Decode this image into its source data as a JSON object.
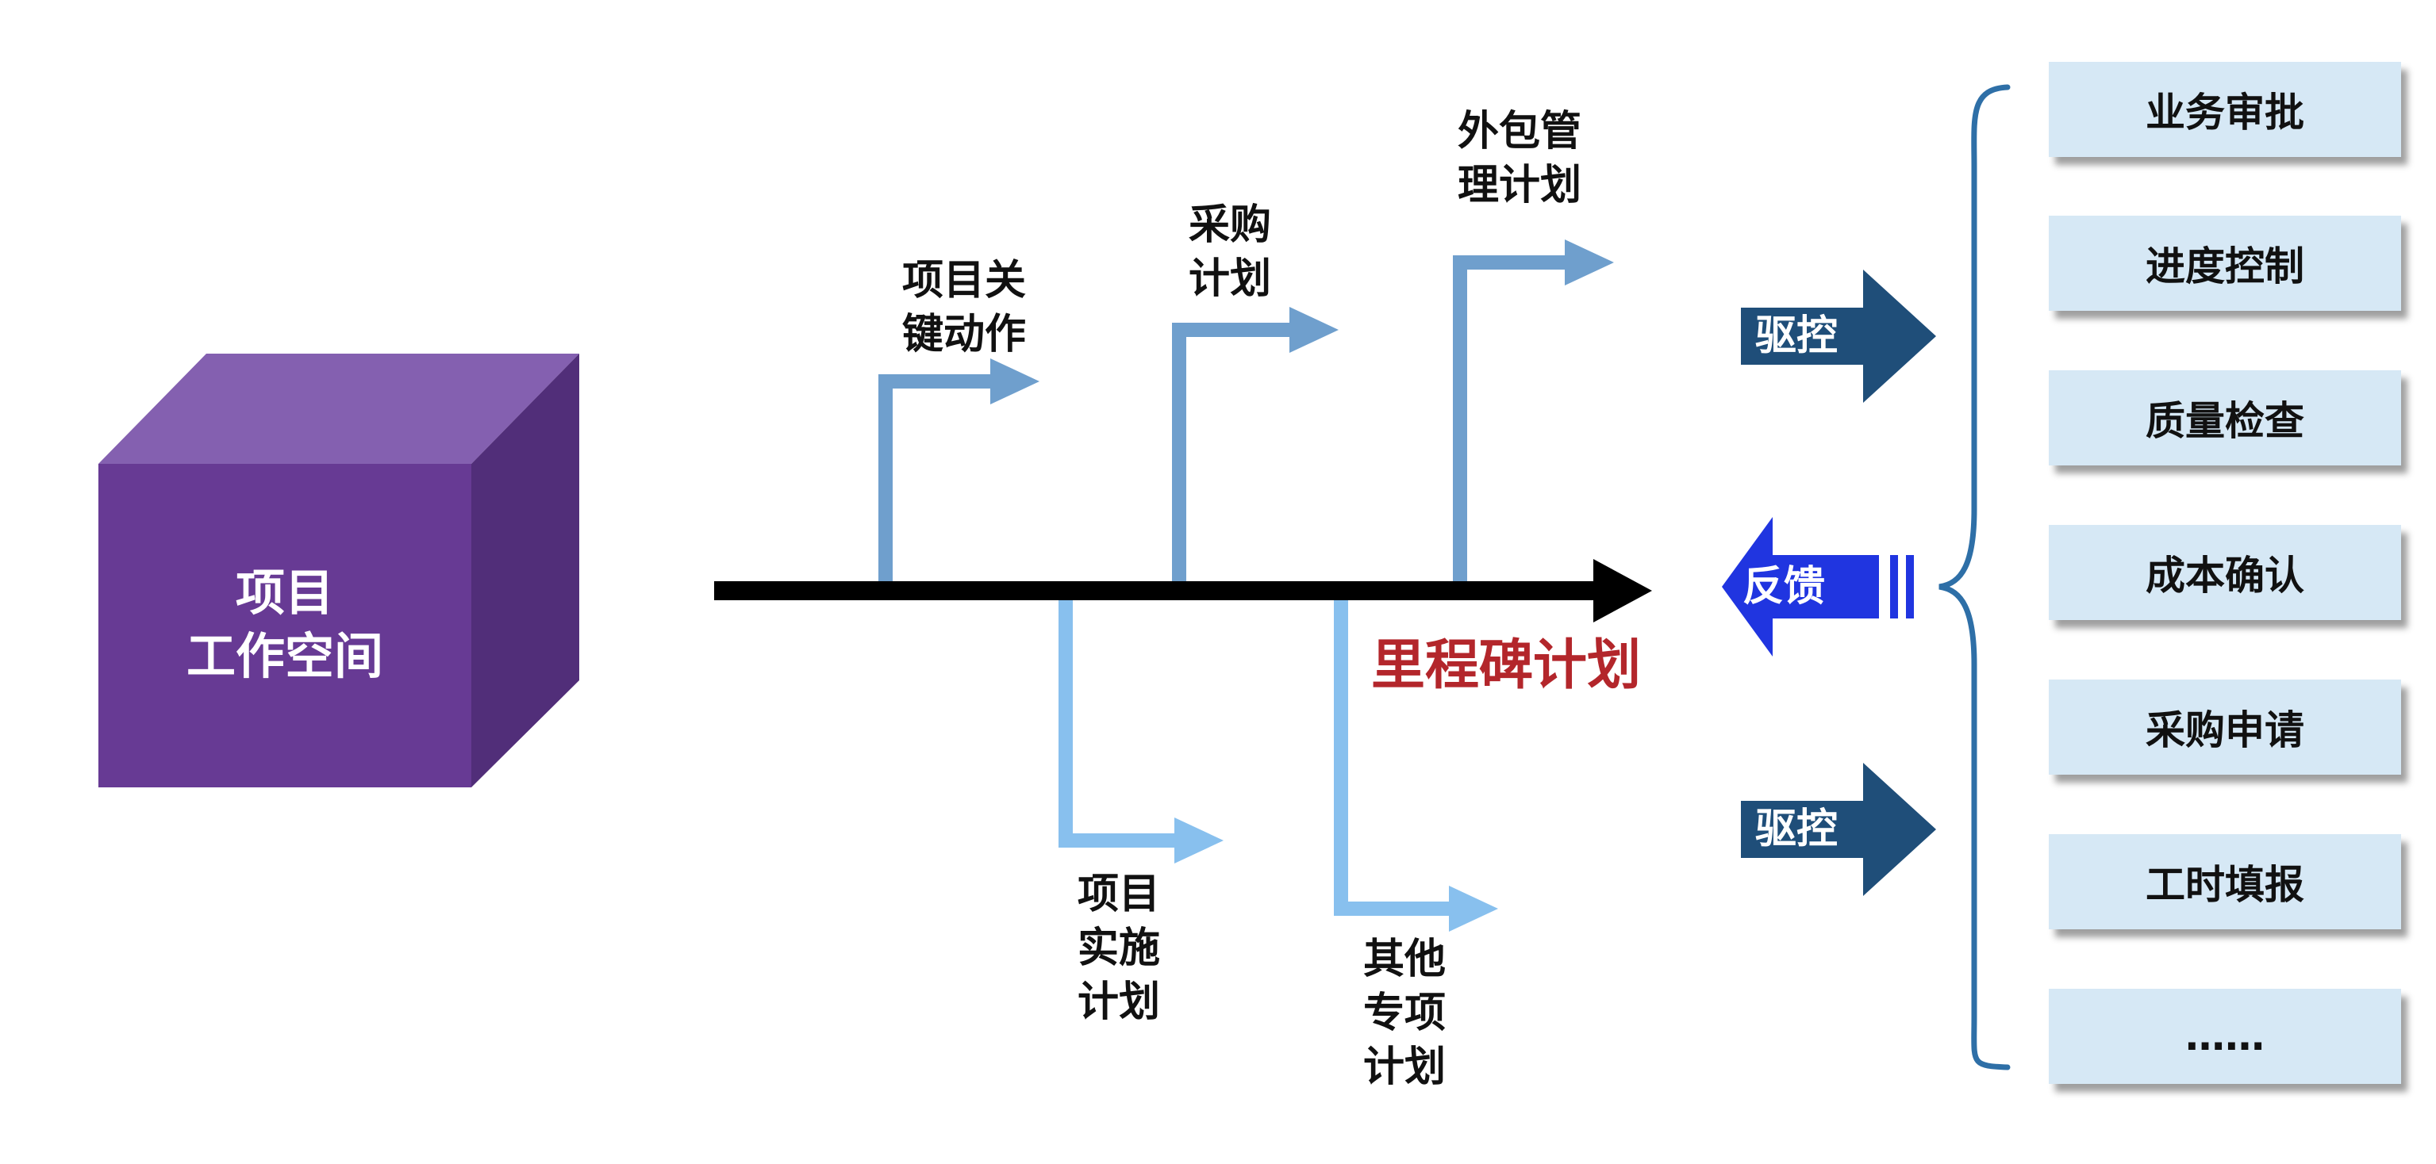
{
  "workspace": {
    "line1": "项目",
    "line2": "工作空间"
  },
  "milestone": {
    "label": "里程碑计划"
  },
  "branches_up": [
    {
      "id": "key-actions",
      "lines": [
        "项目关",
        "键动作"
      ]
    },
    {
      "id": "procurement",
      "lines": [
        "采购",
        "计划"
      ]
    },
    {
      "id": "outsourcing",
      "lines": [
        "外包管",
        "理计划"
      ]
    }
  ],
  "branches_down": [
    {
      "id": "implementation",
      "lines": [
        "项目",
        "实施",
        "计划"
      ]
    },
    {
      "id": "other",
      "lines": [
        "其他",
        "专项",
        "计划"
      ]
    }
  ],
  "arrows": {
    "drive_top": "驱控",
    "feedback": "反馈",
    "drive_bottom": "驱控"
  },
  "boxes": [
    "业务审批",
    "进度控制",
    "质量检查",
    "成本确认",
    "采购申请",
    "工时填报",
    "……"
  ],
  "colors": {
    "cube_front": "#673a94",
    "cube_top": "#8460b0",
    "cube_side": "#512e79",
    "branch_up": "#6f9fcd",
    "branch_down": "#88c0ee",
    "drive_arrow": "#1f4e79",
    "feedback_arrow": "#2035e0",
    "brace": "#2e6fa7",
    "box_fill": "#d6e8f5",
    "milestone_text": "#b3262b"
  }
}
